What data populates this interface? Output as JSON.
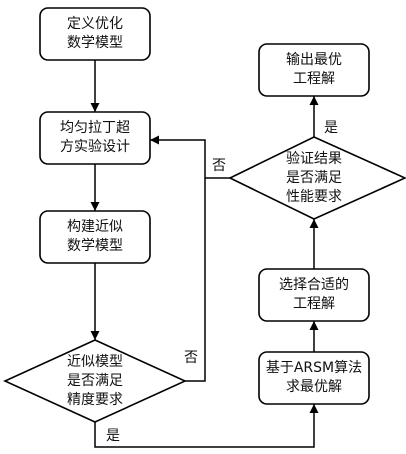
{
  "nodes": {
    "define_model": [
      "定义优化",
      "数学模型"
    ],
    "lhs_design": [
      "均匀拉丁超",
      "方实验设计"
    ],
    "build_approx": [
      "构建近似",
      "数学模型"
    ],
    "accuracy_check": [
      "近似模型",
      "是否满足",
      "精度要求"
    ],
    "arsm_solve": [
      "基于ARSM算法",
      "求最优解"
    ],
    "choose_solution": [
      "选择合适的",
      "工程解"
    ],
    "verify_check": [
      "验证结果",
      "是否满足",
      "性能要求"
    ],
    "output_solution": [
      "输出最优",
      "工程解"
    ]
  },
  "edge_labels": {
    "accuracy_no": "否",
    "accuracy_yes": "是",
    "verify_no": "否",
    "verify_yes": "是"
  }
}
